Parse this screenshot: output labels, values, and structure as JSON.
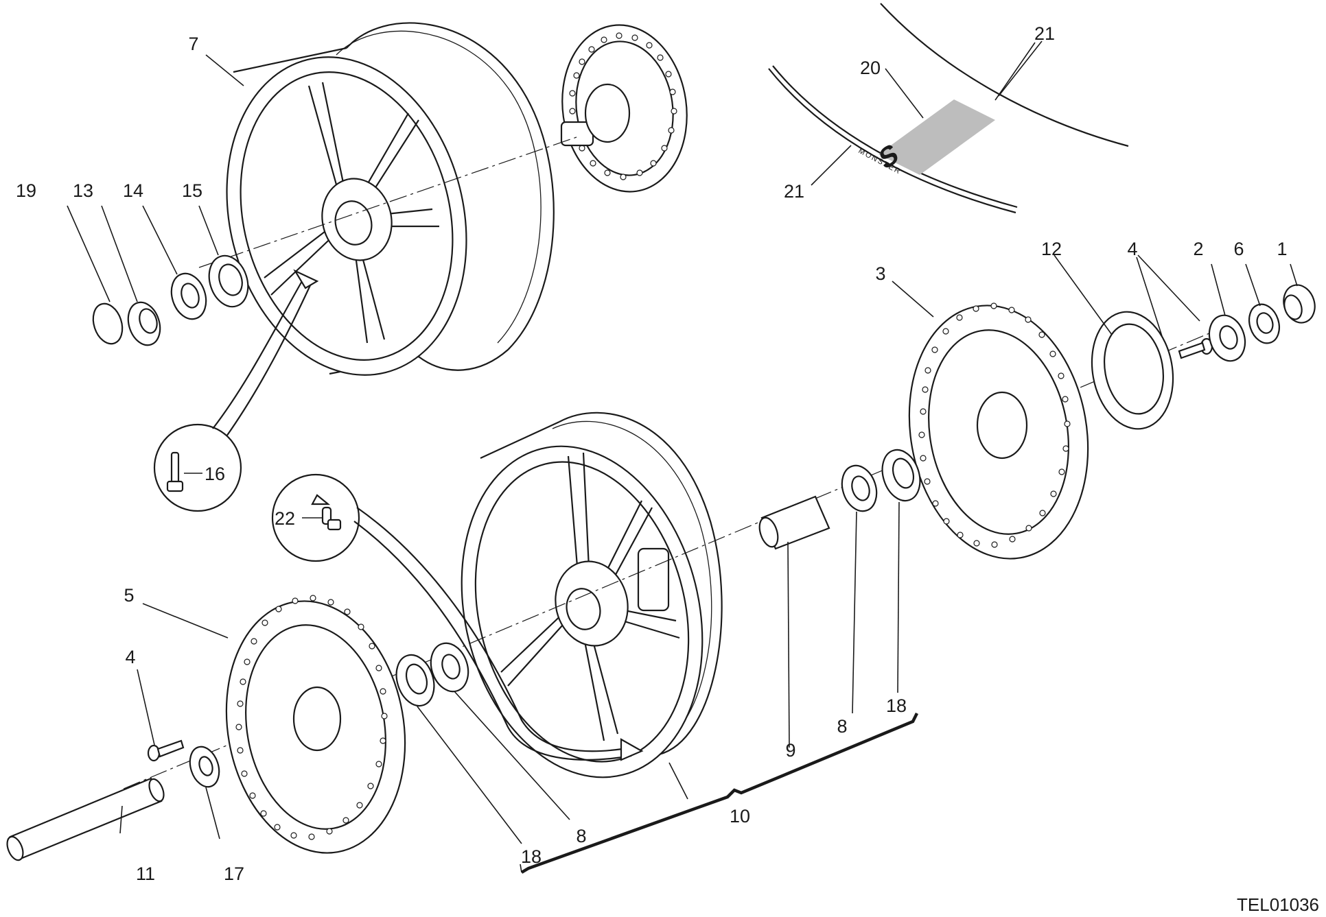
{
  "drawing_code": "TEL01036",
  "decal_text": "MONSTER",
  "decal_badge": "S",
  "callouts": [
    {
      "id": "c1",
      "text": "1"
    },
    {
      "id": "c2",
      "text": "2"
    },
    {
      "id": "c3",
      "text": "3"
    },
    {
      "id": "c4a",
      "text": "4"
    },
    {
      "id": "c4b",
      "text": "4"
    },
    {
      "id": "c5",
      "text": "5"
    },
    {
      "id": "c6",
      "text": "6"
    },
    {
      "id": "c7",
      "text": "7"
    },
    {
      "id": "c8a",
      "text": "8"
    },
    {
      "id": "c8b",
      "text": "8"
    },
    {
      "id": "c9",
      "text": "9"
    },
    {
      "id": "c10",
      "text": "10"
    },
    {
      "id": "c11",
      "text": "11"
    },
    {
      "id": "c12",
      "text": "12"
    },
    {
      "id": "c13",
      "text": "13"
    },
    {
      "id": "c14",
      "text": "14"
    },
    {
      "id": "c15",
      "text": "15"
    },
    {
      "id": "c16",
      "text": "16"
    },
    {
      "id": "c17",
      "text": "17"
    },
    {
      "id": "c18a",
      "text": "18"
    },
    {
      "id": "c18b",
      "text": "18"
    },
    {
      "id": "c19",
      "text": "19"
    },
    {
      "id": "c20",
      "text": "20"
    },
    {
      "id": "c21a",
      "text": "21"
    },
    {
      "id": "c21b",
      "text": "21"
    },
    {
      "id": "c22",
      "text": "22"
    }
  ]
}
